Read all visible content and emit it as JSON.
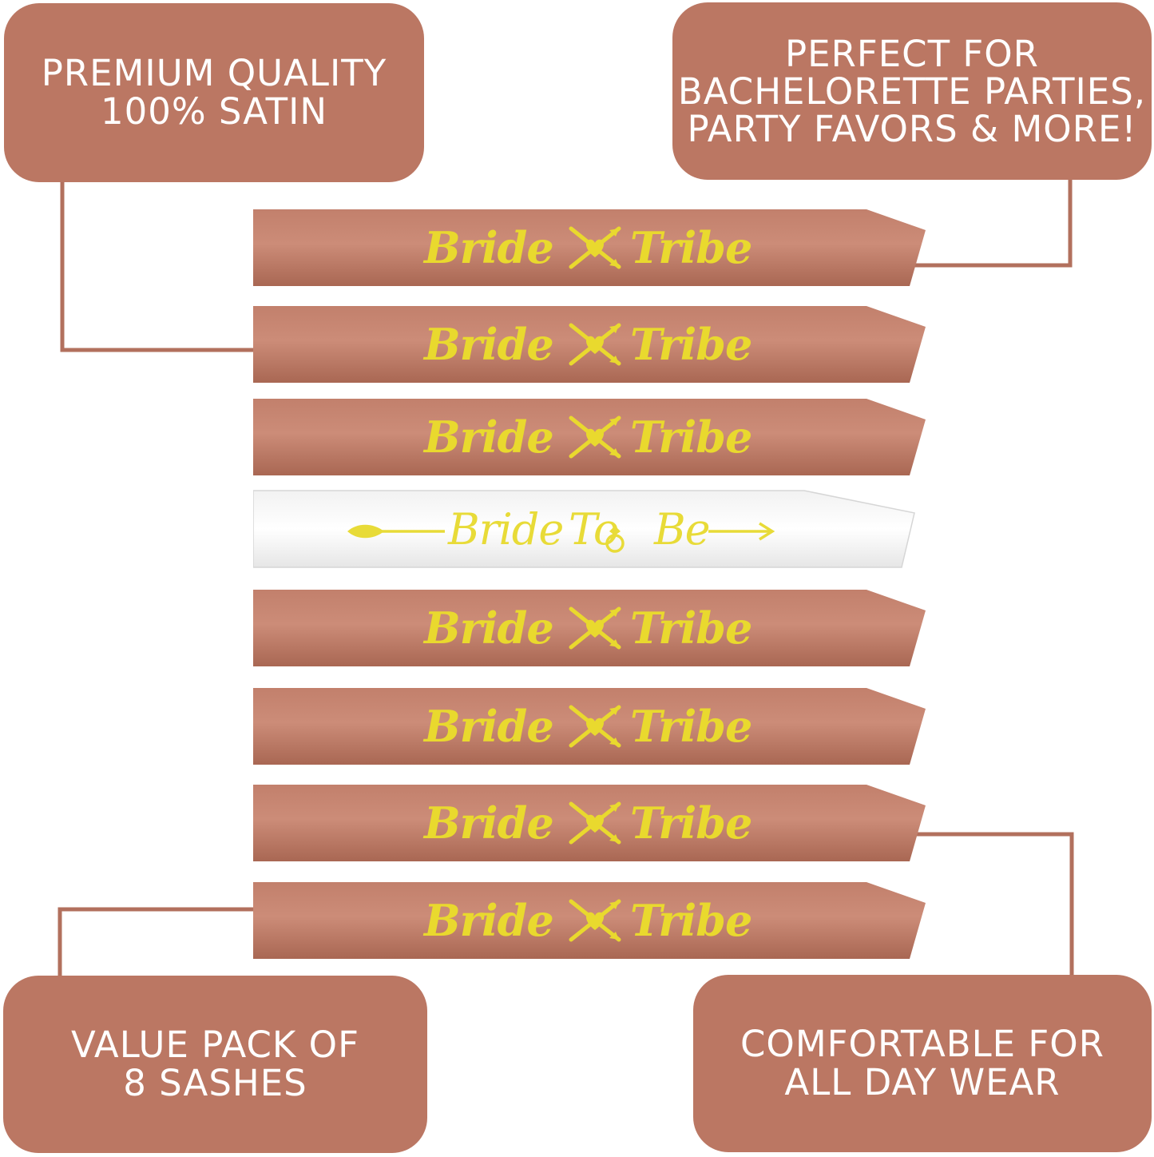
{
  "callouts": {
    "top_left": {
      "line1": "PREMIUM QUALITY",
      "line2": "100% SATIN"
    },
    "top_right": {
      "line1": "PERFECT FOR",
      "line2": "BACHELORETTE PARTIES,",
      "line3": "PARTY FAVORS & MORE!"
    },
    "bottom_left": {
      "line1": "VALUE PACK OF",
      "line2": "8 SASHES"
    },
    "bottom_right": {
      "line1": "COMFORTABLE FOR",
      "line2": "ALL DAY WEAR"
    }
  },
  "sashes": [
    {
      "word1": "Bride",
      "word2": "Tribe",
      "color": "#b87462"
    },
    {
      "word1": "Bride",
      "word2": "Tribe",
      "color": "#b87462"
    },
    {
      "word1": "Bride",
      "word2": "Tribe",
      "color": "#b87462"
    },
    {
      "word1": "Bride",
      "word2": "To",
      "word3": "Be",
      "color": "#ffffff"
    },
    {
      "word1": "Bride",
      "word2": "Tribe",
      "color": "#b87462"
    },
    {
      "word1": "Bride",
      "word2": "Tribe",
      "color": "#b87462"
    },
    {
      "word1": "Bride",
      "word2": "Tribe",
      "color": "#b87462"
    },
    {
      "word1": "Bride",
      "word2": "Tribe",
      "color": "#b87462"
    }
  ],
  "colors": {
    "callout_bg": "#bb7763",
    "callout_text": "#ffffff",
    "connector": "#b2705d",
    "sash_rose": "#b87462",
    "sash_white": "#ffffff",
    "script_gold": "#e9d92e"
  },
  "icons": {
    "sash_emblem": "crossed-arrows-heart-icon",
    "bride_to_be_left": "arrow-left-feather-icon",
    "bride_to_be_right": "arrow-right-icon",
    "bride_to_be_ring": "ring-icon"
  }
}
